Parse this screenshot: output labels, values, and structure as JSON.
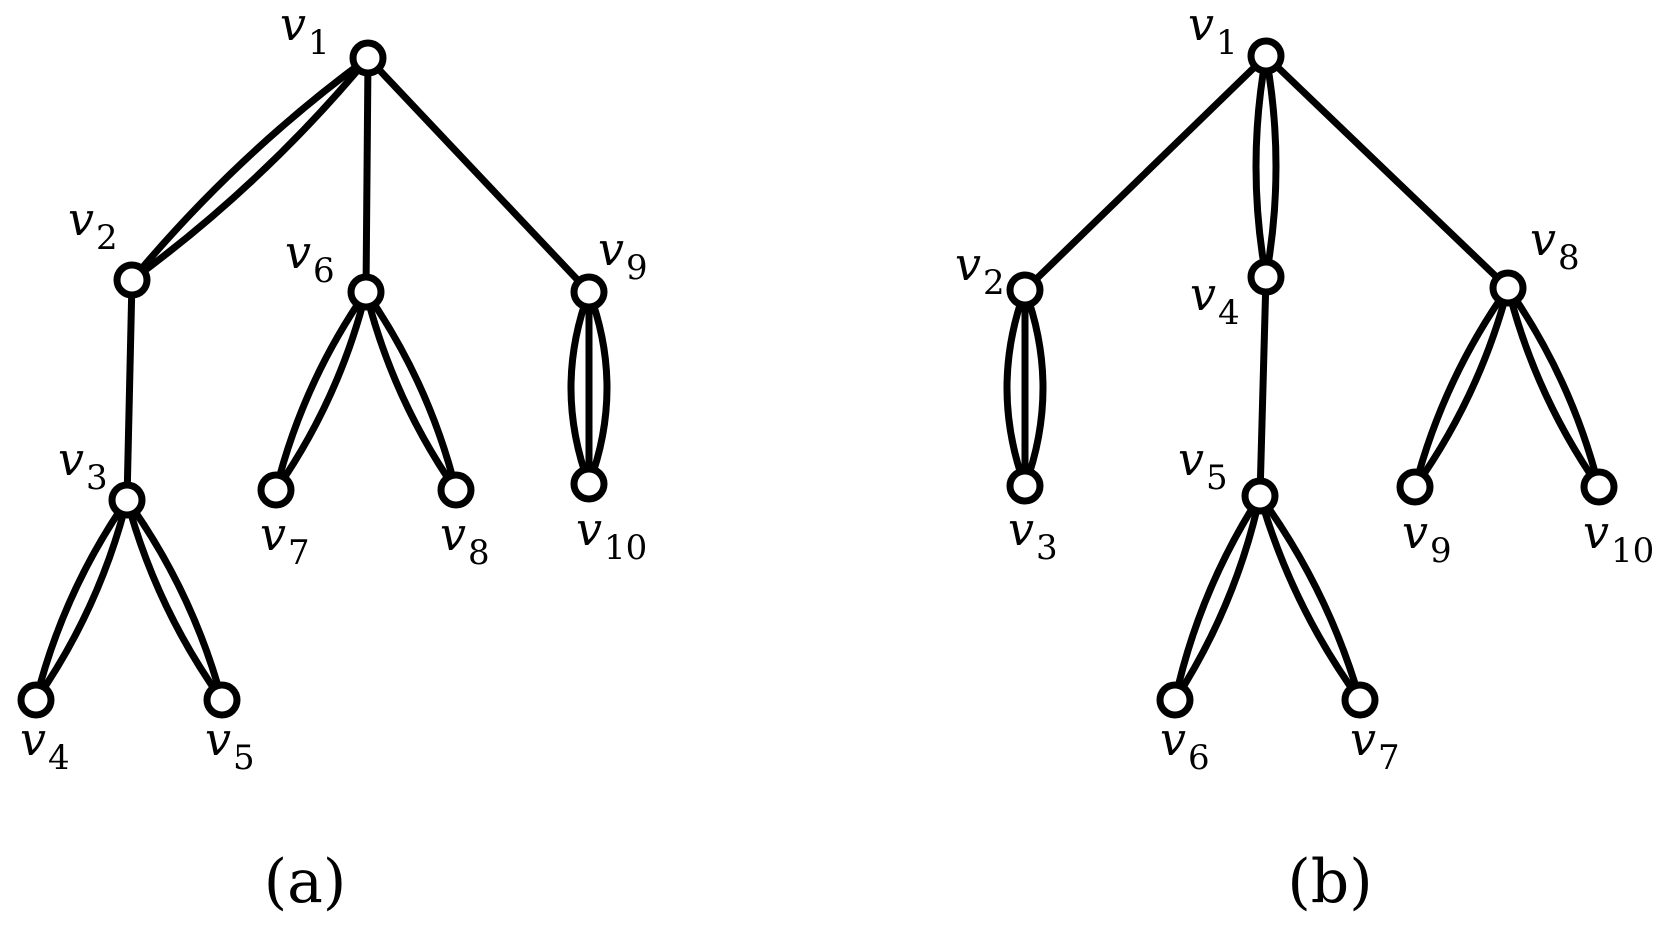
{
  "diagrams": [
    {
      "caption": "(a)",
      "nodes": [
        {
          "id": "a1",
          "letter": "v",
          "sub": "1"
        },
        {
          "id": "a2",
          "letter": "v",
          "sub": "2"
        },
        {
          "id": "a3",
          "letter": "v",
          "sub": "3"
        },
        {
          "id": "a4",
          "letter": "v",
          "sub": "4"
        },
        {
          "id": "a5",
          "letter": "v",
          "sub": "5"
        },
        {
          "id": "a6",
          "letter": "v",
          "sub": "6"
        },
        {
          "id": "a7",
          "letter": "v",
          "sub": "7"
        },
        {
          "id": "a8",
          "letter": "v",
          "sub": "8"
        },
        {
          "id": "a9",
          "letter": "v",
          "sub": "9"
        },
        {
          "id": "a10",
          "letter": "v",
          "sub": "10"
        }
      ],
      "edges": [
        {
          "from": "a1",
          "to": "a2",
          "multiplicity": 2
        },
        {
          "from": "a1",
          "to": "a6",
          "multiplicity": 1
        },
        {
          "from": "a1",
          "to": "a9",
          "multiplicity": 1
        },
        {
          "from": "a2",
          "to": "a3",
          "multiplicity": 1
        },
        {
          "from": "a3",
          "to": "a4",
          "multiplicity": 2
        },
        {
          "from": "a3",
          "to": "a5",
          "multiplicity": 2
        },
        {
          "from": "a6",
          "to": "a7",
          "multiplicity": 2
        },
        {
          "from": "a6",
          "to": "a8",
          "multiplicity": 2
        },
        {
          "from": "a9",
          "to": "a10",
          "multiplicity": 3
        }
      ]
    },
    {
      "caption": "(b)",
      "nodes": [
        {
          "id": "b1",
          "letter": "v",
          "sub": "1"
        },
        {
          "id": "b2",
          "letter": "v",
          "sub": "2"
        },
        {
          "id": "b3",
          "letter": "v",
          "sub": "3"
        },
        {
          "id": "b4",
          "letter": "v",
          "sub": "4"
        },
        {
          "id": "b5",
          "letter": "v",
          "sub": "5"
        },
        {
          "id": "b6",
          "letter": "v",
          "sub": "6"
        },
        {
          "id": "b7",
          "letter": "v",
          "sub": "7"
        },
        {
          "id": "b8",
          "letter": "v",
          "sub": "8"
        },
        {
          "id": "b9",
          "letter": "v",
          "sub": "9"
        },
        {
          "id": "b10",
          "letter": "v",
          "sub": "10"
        }
      ],
      "edges": [
        {
          "from": "b1",
          "to": "b2",
          "multiplicity": 1
        },
        {
          "from": "b1",
          "to": "b4",
          "multiplicity": 2
        },
        {
          "from": "b1",
          "to": "b8",
          "multiplicity": 1
        },
        {
          "from": "b2",
          "to": "b3",
          "multiplicity": 3
        },
        {
          "from": "b4",
          "to": "b5",
          "multiplicity": 1
        },
        {
          "from": "b5",
          "to": "b6",
          "multiplicity": 2
        },
        {
          "from": "b5",
          "to": "b7",
          "multiplicity": 2
        },
        {
          "from": "b8",
          "to": "b9",
          "multiplicity": 2
        },
        {
          "from": "b8",
          "to": "b10",
          "multiplicity": 2
        }
      ]
    }
  ]
}
